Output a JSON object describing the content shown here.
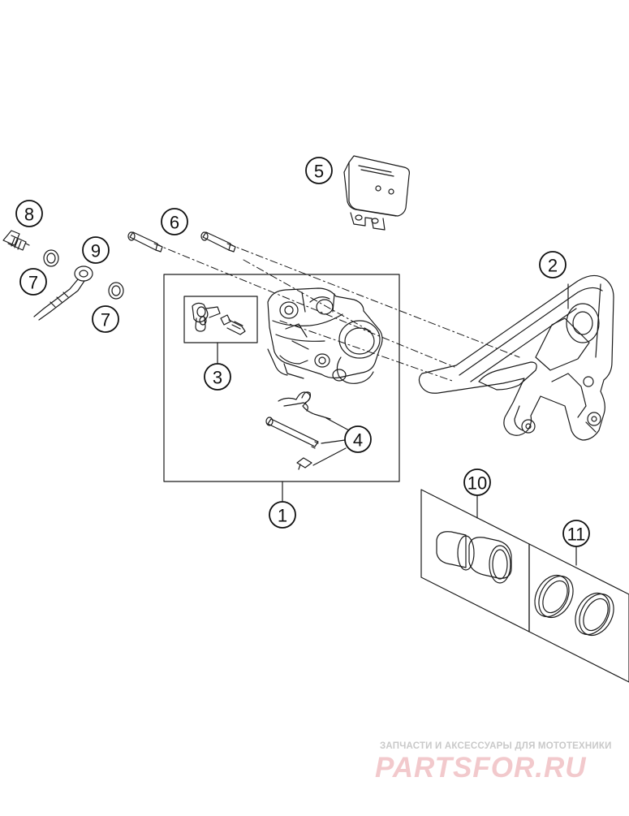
{
  "callouts": {
    "c1": "1",
    "c2": "2",
    "c3": "3",
    "c4": "4",
    "c5": "5",
    "c6": "6",
    "c7a": "7",
    "c7b": "7",
    "c8": "8",
    "c9": "9",
    "c10": "10",
    "c11": "11"
  },
  "watermark": {
    "caption": "ЗАПЧАСТИ И АКСЕССУАРЫ ДЛЯ МОТОТЕХНИКИ",
    "logo": "PARTSFOR.RU"
  },
  "colors": {
    "line": "#1a1a1a",
    "watermark_logo": "#f2c9cc",
    "watermark_caption": "#c9c9c9"
  }
}
